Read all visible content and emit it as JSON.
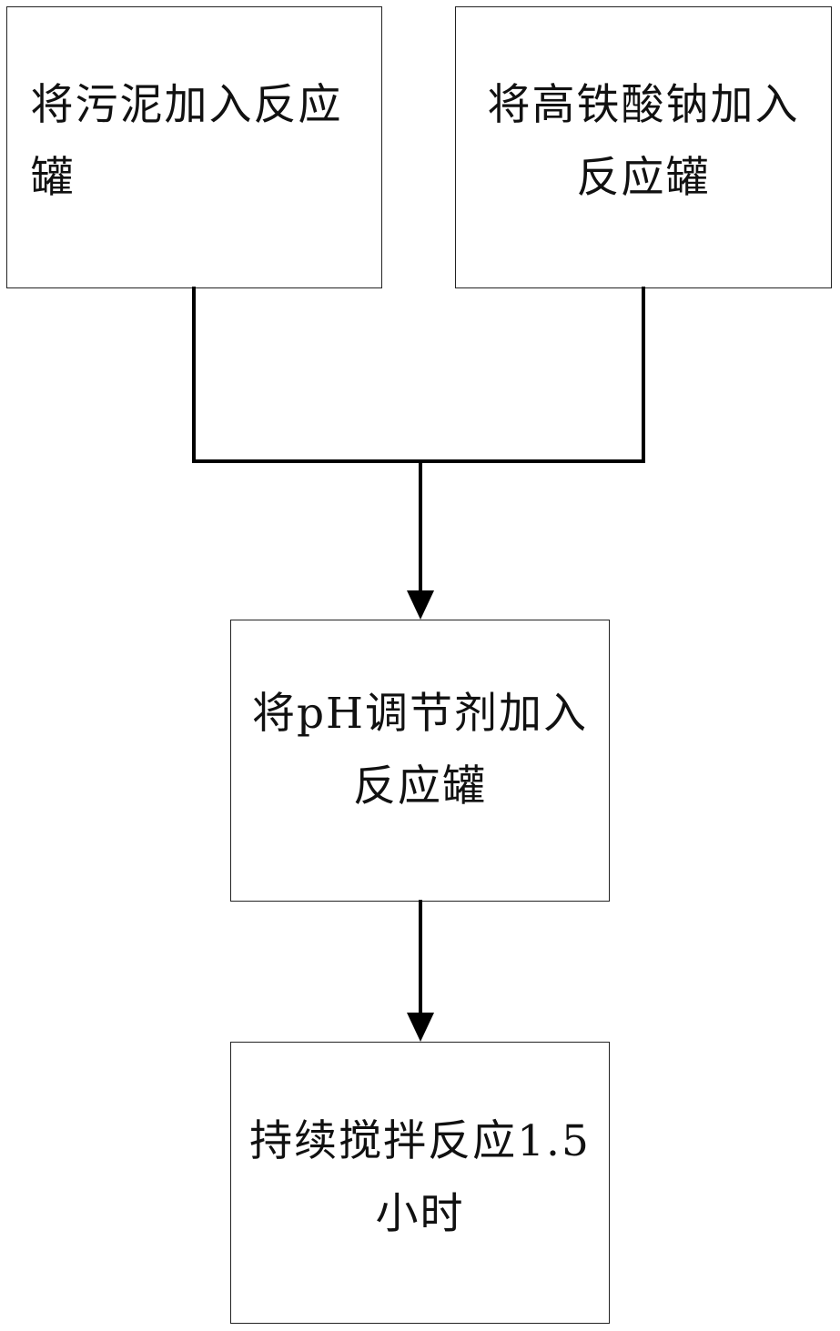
{
  "flowchart": {
    "steps": {
      "add_sludge": "将污泥加入反应罐",
      "add_ferrate": "将高铁酸钠加入反应罐",
      "add_ph_regulator": "将pH调节剂加入反应罐",
      "stir_reaction": "持续搅拌反应1.5小时"
    },
    "edges": [
      {
        "from": "add_sludge",
        "to": "add_ph_regulator"
      },
      {
        "from": "add_ferrate",
        "to": "add_ph_regulator"
      },
      {
        "from": "add_ph_regulator",
        "to": "stir_reaction"
      }
    ],
    "line_color": "#000000"
  }
}
